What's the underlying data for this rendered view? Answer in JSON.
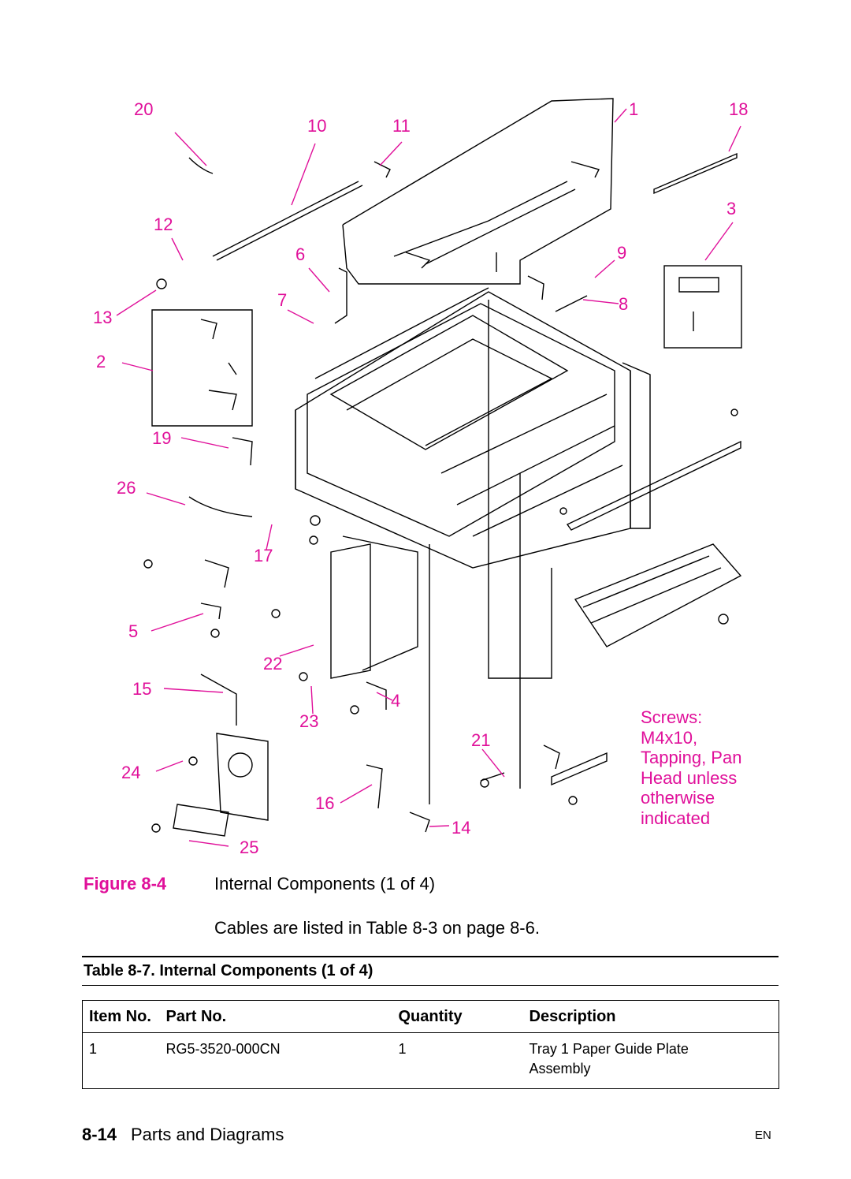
{
  "callouts": [
    "20",
    "10",
    "11",
    "1",
    "18",
    "12",
    "3",
    "6",
    "9",
    "13",
    "7",
    "8",
    "2",
    "19",
    "26",
    "17",
    "5",
    "22",
    "15",
    "4",
    "23",
    "21",
    "24",
    "16",
    "14",
    "25"
  ],
  "screws_note": "Screws:\nM4x10,\nTapping, Pan\nHead unless\notherwise\nindicated",
  "figure": {
    "label": "Figure 8-4",
    "title": "Internal Components (1 of 4)",
    "note": "Cables are listed in Table 8-3 on page 8-6."
  },
  "table": {
    "caption": "Table 8-7. Internal Components (1 of 4)",
    "headers": {
      "item": "Item No.",
      "part": "Part No.",
      "qty": "Quantity",
      "desc": "Description"
    },
    "rows": [
      {
        "item": "1",
        "part": "RG5-3520-000CN",
        "qty": "1",
        "desc_line1": "Tray 1 Paper Guide Plate",
        "desc_line2": "Assembly"
      }
    ]
  },
  "footer": {
    "page": "8-14",
    "section": "Parts and Diagrams",
    "lang": "EN"
  },
  "colors": {
    "accent": "#e0109a",
    "text": "#000000"
  }
}
